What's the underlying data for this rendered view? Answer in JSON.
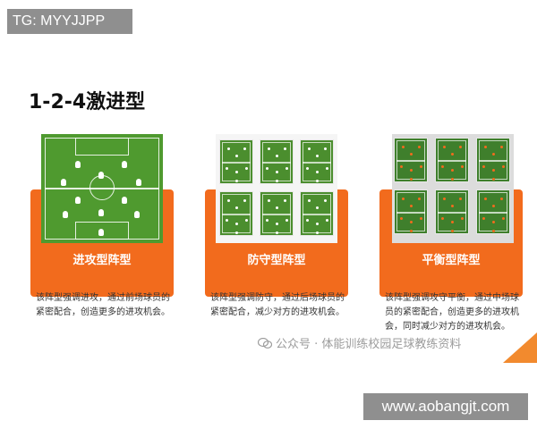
{
  "tag_text": "TG: MYYJJPP",
  "heading": "1-2-4激进型",
  "cards": [
    {
      "label": "进攻型阵型",
      "description": "该阵型强调进攻，通过前场球员的紧密配合，创造更多的进攻机会。"
    },
    {
      "label": "防守型阵型",
      "description": "该阵型强调防守，通过后场球员的紧密配合，减少对方的进攻机会。"
    },
    {
      "label": "平衡型阵型",
      "description": "该阵型强调攻守平衡，通过中场球员的紧密配合，创造更多的进攻机会，同时减少对方的进攻机会。"
    }
  ],
  "watermark": "公众号 · 体能训练校园足球教练资料",
  "url_text": "www.aobangjt.com",
  "colors": {
    "orange": "#f26b1d",
    "pitch_green": "#4f9a2f",
    "overlay_gray": "#8f8f8f"
  }
}
